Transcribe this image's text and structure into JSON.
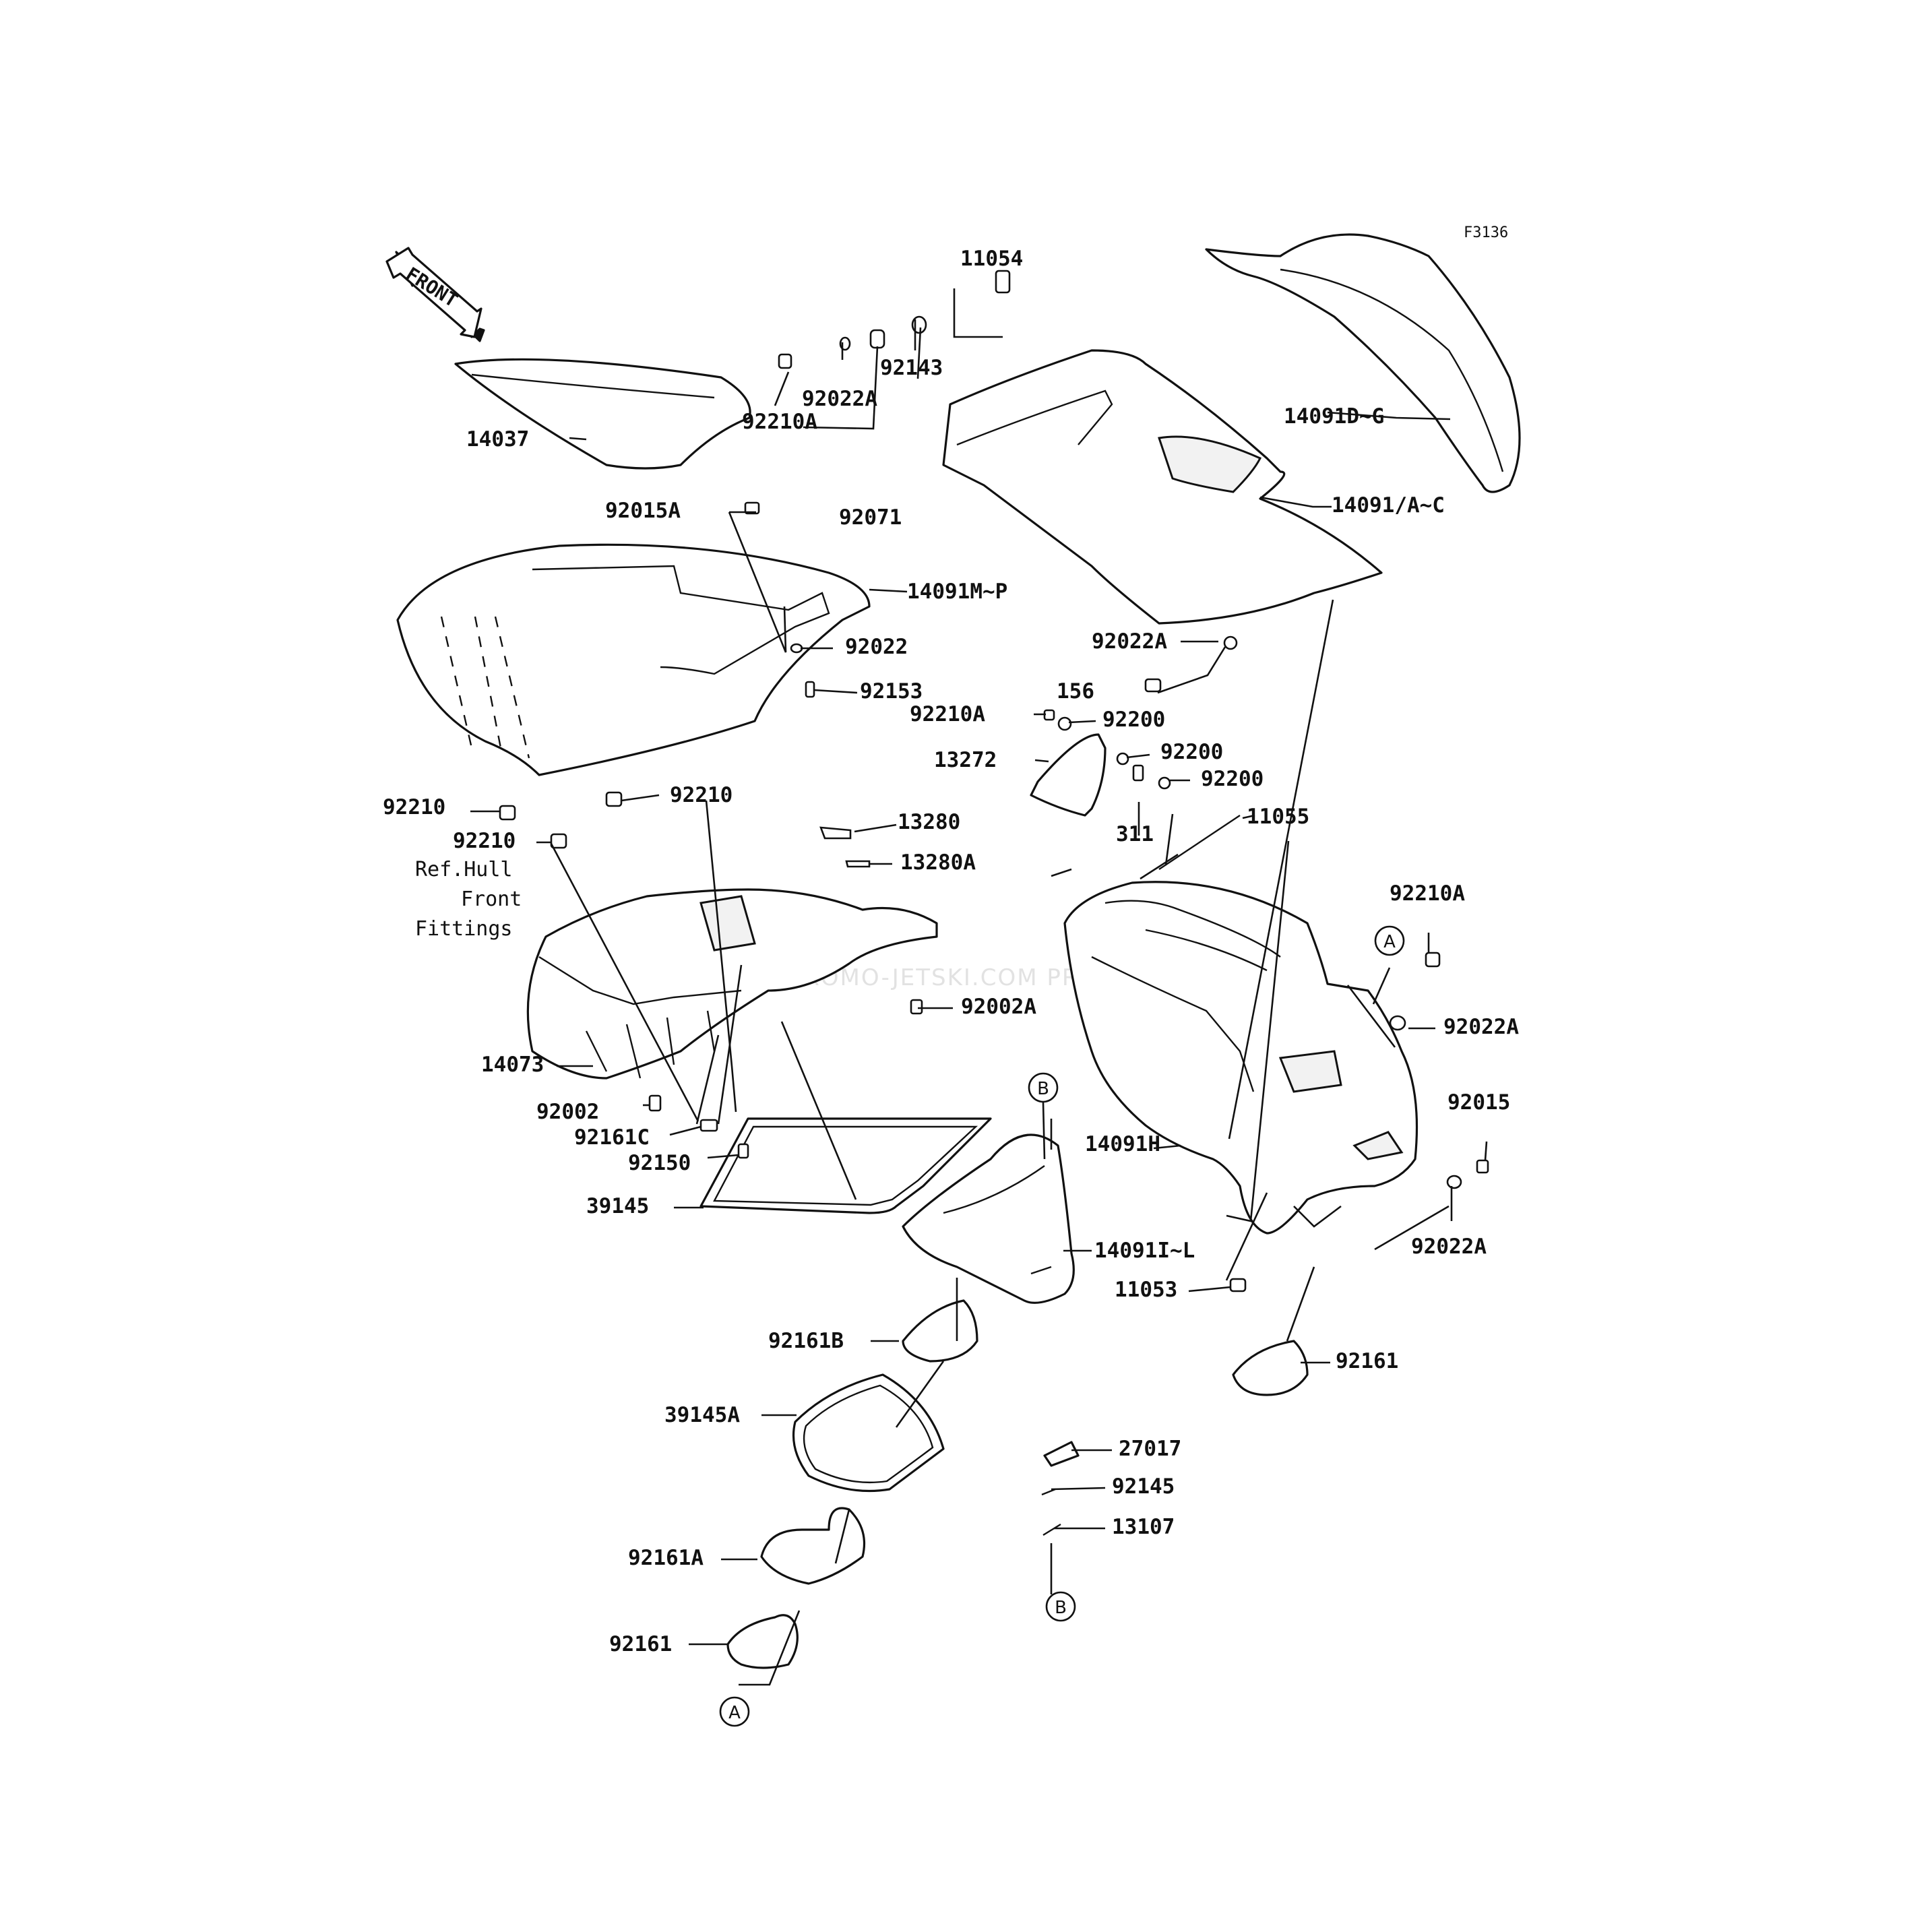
{
  "figure_code": "F3136",
  "front_arrow": "FRONT",
  "watermark": "JETSKI.COM   PROMO-JETSKI.COM   PROMO-JETSKI.COM",
  "reference_note": [
    "Ref.Hull",
    "Front",
    "Fittings"
  ],
  "callouts": [
    {
      "id": "c1",
      "label": "11054"
    },
    {
      "id": "c2",
      "label": "92143"
    },
    {
      "id": "c3",
      "label": "92022A"
    },
    {
      "id": "c4",
      "label": "92210A"
    },
    {
      "id": "c5",
      "label": "14037"
    },
    {
      "id": "c6",
      "label": "92071"
    },
    {
      "id": "c7",
      "label": "92015A"
    },
    {
      "id": "c8",
      "label": "14091D~G"
    },
    {
      "id": "c9",
      "label": "14091/A~C"
    },
    {
      "id": "c10",
      "label": "14091M~P"
    },
    {
      "id": "c11",
      "label": "92022"
    },
    {
      "id": "c12",
      "label": "92153"
    },
    {
      "id": "c13",
      "label": "92022A"
    },
    {
      "id": "c14",
      "label": "156"
    },
    {
      "id": "c15",
      "label": "92210A"
    },
    {
      "id": "c16",
      "label": "92200"
    },
    {
      "id": "c17",
      "label": "13272"
    },
    {
      "id": "c18",
      "label": "92200"
    },
    {
      "id": "c19",
      "label": "92200"
    },
    {
      "id": "c20",
      "label": "92210"
    },
    {
      "id": "c21",
      "label": "92210"
    },
    {
      "id": "c22",
      "label": "92210"
    },
    {
      "id": "c23",
      "label": "13280"
    },
    {
      "id": "c24",
      "label": "13280A"
    },
    {
      "id": "c25",
      "label": "311"
    },
    {
      "id": "c26",
      "label": "11055"
    },
    {
      "id": "c27",
      "label": "92210A"
    },
    {
      "id": "c28",
      "label": "92002A"
    },
    {
      "id": "c29",
      "label": "92022A"
    },
    {
      "id": "c30",
      "label": "14073"
    },
    {
      "id": "c31",
      "label": "92002"
    },
    {
      "id": "c32",
      "label": "92161C"
    },
    {
      "id": "c33",
      "label": "92150"
    },
    {
      "id": "c34",
      "label": "39145"
    },
    {
      "id": "c35",
      "label": "14091H"
    },
    {
      "id": "c36",
      "label": "92015"
    },
    {
      "id": "c37",
      "label": "14091I~L"
    },
    {
      "id": "c38",
      "label": "92022A"
    },
    {
      "id": "c39",
      "label": "11053"
    },
    {
      "id": "c40",
      "label": "92161B"
    },
    {
      "id": "c41",
      "label": "92161"
    },
    {
      "id": "c42",
      "label": "39145A"
    },
    {
      "id": "c43",
      "label": "27017"
    },
    {
      "id": "c44",
      "label": "92145"
    },
    {
      "id": "c45",
      "label": "13107"
    },
    {
      "id": "c46",
      "label": "92161A"
    },
    {
      "id": "c47",
      "label": "92161"
    }
  ],
  "connectors": [
    {
      "id": "a1",
      "letter": "A"
    },
    {
      "id": "a2",
      "letter": "A"
    },
    {
      "id": "b1",
      "letter": "B"
    },
    {
      "id": "b2",
      "letter": "B"
    }
  ]
}
